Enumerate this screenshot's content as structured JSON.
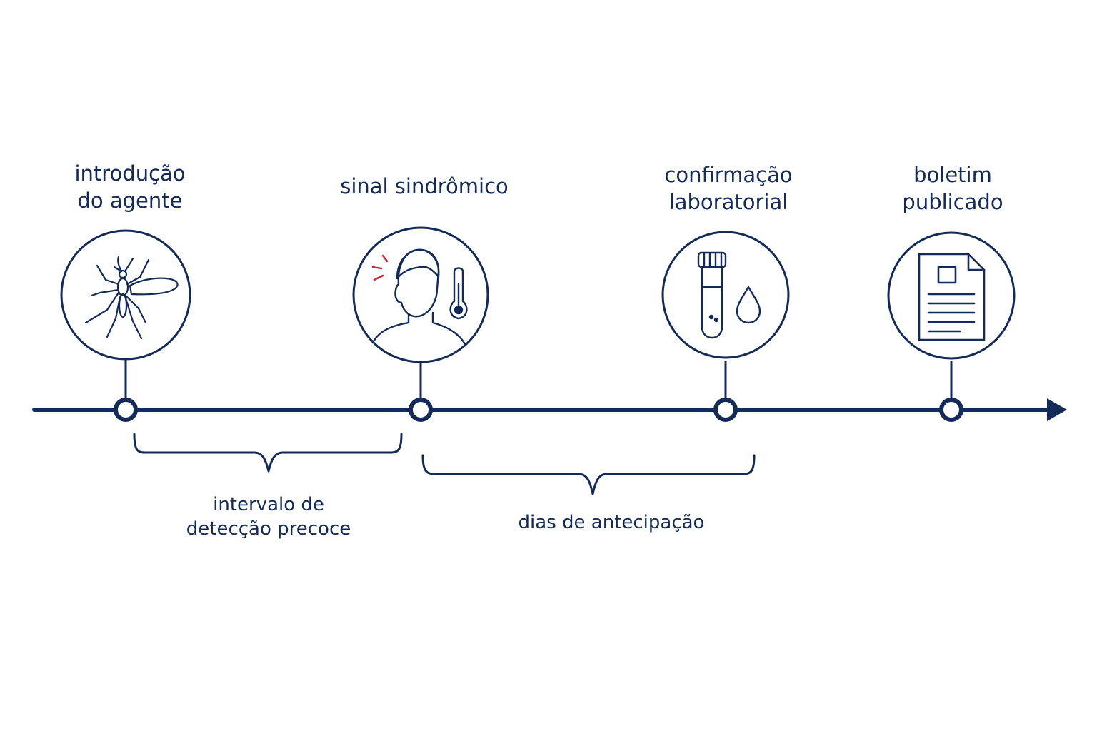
{
  "colors": {
    "primary": "#142a57",
    "accent_red": "#d0202a",
    "background": "#ffffff"
  },
  "events": [
    {
      "lines": [
        "introdução",
        "do agente"
      ],
      "icon": "mosquito-icon"
    },
    {
      "lines": [
        "sinal sindrômico"
      ],
      "icon": "patient-fever-icon"
    },
    {
      "lines": [
        "confirmação",
        "laboratorial"
      ],
      "icon": "test-tube-drop-icon"
    },
    {
      "lines": [
        "boletim",
        "publicado"
      ],
      "icon": "document-icon"
    }
  ],
  "intervals": [
    {
      "lines": [
        "intervalo de",
        "detecção precoce"
      ]
    },
    {
      "lines": [
        "dias de antecipação"
      ]
    }
  ]
}
